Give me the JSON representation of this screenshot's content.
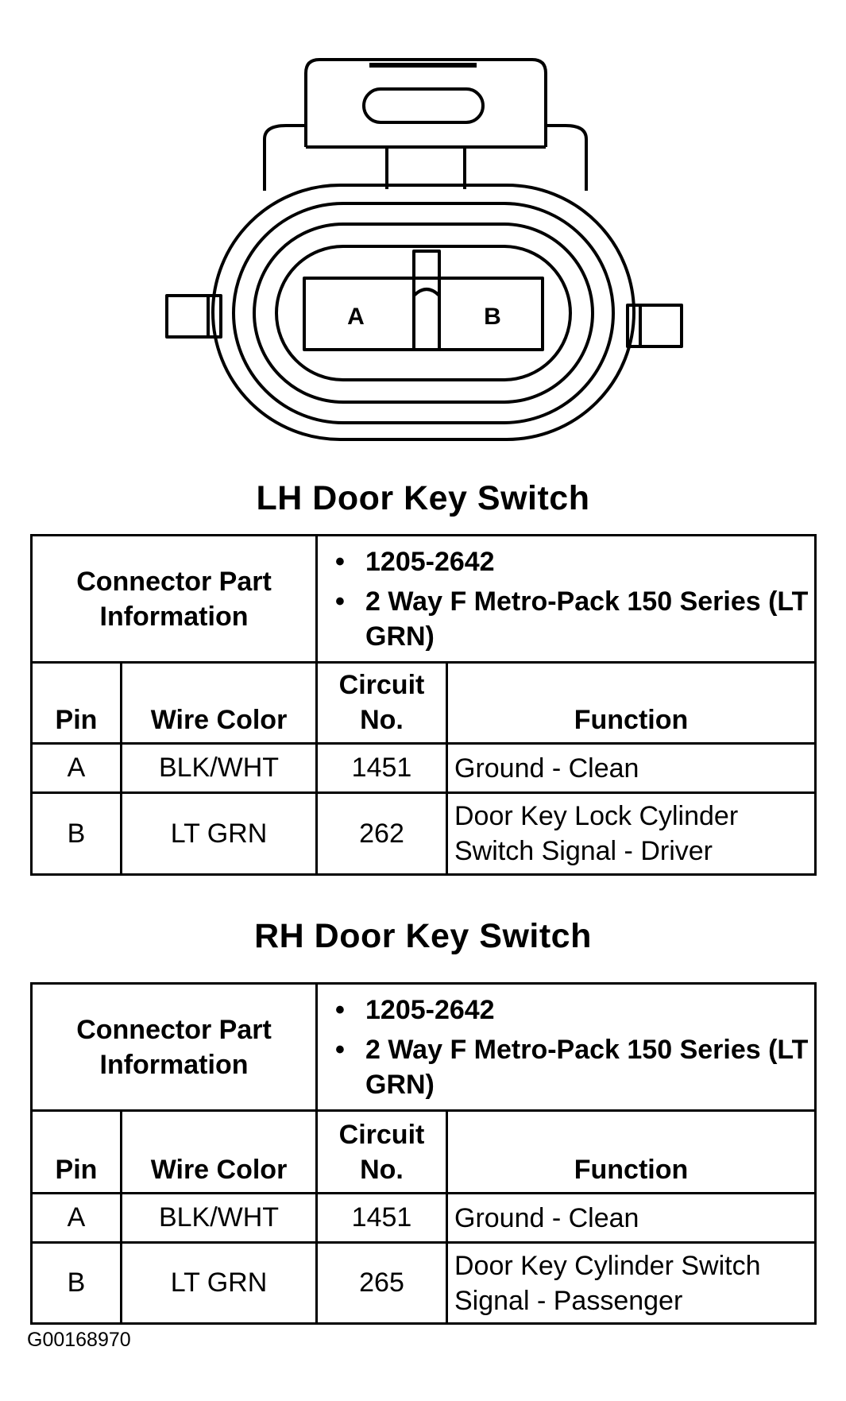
{
  "connector": {
    "cavity_labels": [
      "A",
      "B"
    ]
  },
  "tables": [
    {
      "title": "LH Door Key Switch",
      "info_label": "Connector Part Information",
      "info_items": [
        "1205-2642",
        "2 Way F Metro-Pack 150 Series (LT GRN)"
      ],
      "headers": {
        "pin": "Pin",
        "wire_color": "Wire Color",
        "circuit": "Circuit No.",
        "function": "Function"
      },
      "rows": [
        {
          "pin": "A",
          "wire_color": "BLK/WHT",
          "circuit": "1451",
          "function": "Ground - Clean"
        },
        {
          "pin": "B",
          "wire_color": "LT GRN",
          "circuit": "262",
          "function": "Door Key Lock Cylinder Switch Signal - Driver"
        }
      ]
    },
    {
      "title": "RH Door Key Switch",
      "info_label": "Connector Part Information",
      "info_items": [
        "1205-2642",
        "2 Way F Metro-Pack 150 Series (LT GRN)"
      ],
      "headers": {
        "pin": "Pin",
        "wire_color": "Wire Color",
        "circuit": "Circuit No.",
        "function": "Function"
      },
      "rows": [
        {
          "pin": "A",
          "wire_color": "BLK/WHT",
          "circuit": "1451",
          "function": "Ground - Clean"
        },
        {
          "pin": "B",
          "wire_color": "LT GRN",
          "circuit": "265",
          "function": "Door Key Cylinder Switch Signal - Passenger"
        }
      ]
    }
  ],
  "figure_code": "G00168970"
}
